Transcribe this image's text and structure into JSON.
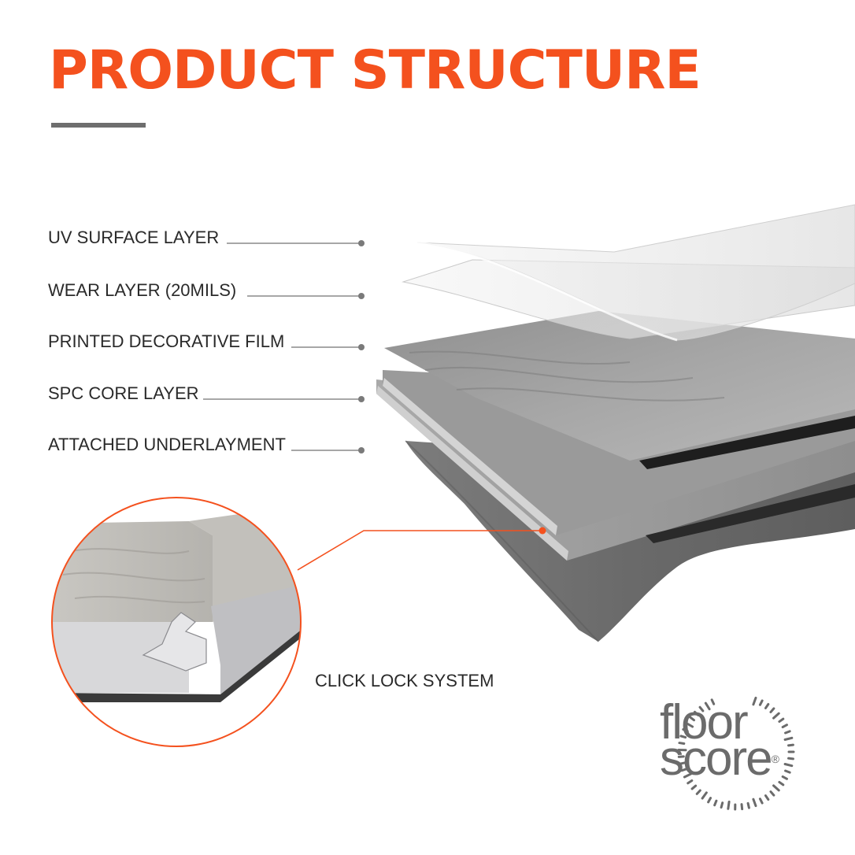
{
  "header": {
    "title": "PRODUCT STRUCTURE"
  },
  "layers": [
    {
      "label": "UV SURFACE LAYER"
    },
    {
      "label": "WEAR LAYER (20MILS)"
    },
    {
      "label": "PRINTED DECORATIVE FILM"
    },
    {
      "label": "SPC CORE LAYER"
    },
    {
      "label": "ATTACHED UNDERLAYMENT"
    }
  ],
  "callout": {
    "label": "CLICK LOCK SYSTEM"
  },
  "logo": {
    "line1": "floor",
    "line2": "score",
    "registered": "®"
  },
  "colors": {
    "accent": "#f4511e",
    "rule": "#6e6e6e",
    "leader": "#8a8a8a",
    "logo": "#6b6b6b"
  }
}
